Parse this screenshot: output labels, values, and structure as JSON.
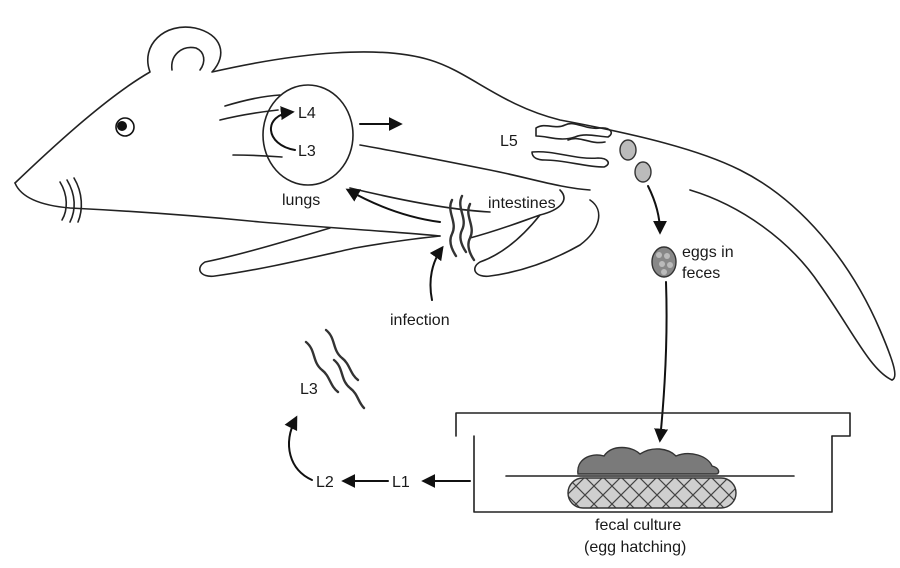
{
  "labels": {
    "l4_lung": "L4",
    "l3_lung": "L3",
    "lungs": "lungs",
    "l5": "L5",
    "intestines": "intestines",
    "eggs_line1": "eggs in",
    "eggs_line2": "feces",
    "infection": "infection",
    "l3_free": "L3",
    "l2": "L2",
    "l1": "L1",
    "culture_line1": "fecal culture",
    "culture_line2": "(egg hatching)"
  },
  "colors": {
    "line": "#222222",
    "feces": "#8a8a8a",
    "egg": "#9a9a9a",
    "background": "#ffffff"
  }
}
